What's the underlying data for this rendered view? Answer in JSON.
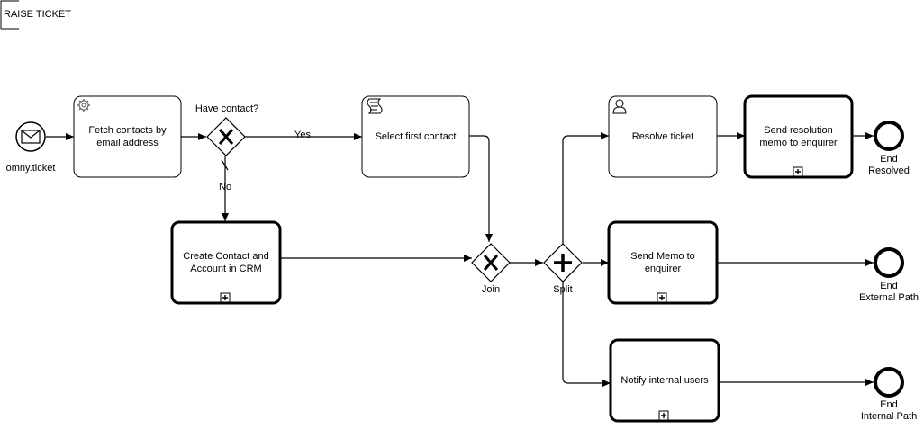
{
  "pool": {
    "title": "RAISE TICKET"
  },
  "start_event": {
    "label": "omny.ticket",
    "icon": "envelope-icon"
  },
  "tasks": {
    "fetch_contacts": {
      "label": "Fetch contacts by email address",
      "icon": "gear-icon"
    },
    "select_first_contact": {
      "label": "Select first contact",
      "icon": "script-icon"
    },
    "create_contact": {
      "label": "Create Contact and Account in CRM",
      "icon": "subprocess-plus-icon"
    },
    "resolve_ticket": {
      "label": "Resolve ticket",
      "icon": "user-icon"
    },
    "send_resolution_memo": {
      "label": "Send resolution memo to enquirer",
      "icon": "subprocess-plus-icon"
    },
    "send_memo": {
      "label": "Send Memo to enquirer",
      "icon": "subprocess-plus-icon"
    },
    "notify_internal": {
      "label": "Notify internal users",
      "icon": "subprocess-plus-icon"
    }
  },
  "gateways": {
    "have_contact": {
      "label": "Have contact?",
      "type": "exclusive"
    },
    "join": {
      "label": "Join",
      "type": "exclusive"
    },
    "split": {
      "label": "Split",
      "type": "parallel"
    }
  },
  "flows": {
    "yes_label": "Yes",
    "no_label": "No"
  },
  "end_events": {
    "resolved": {
      "line1": "End",
      "line2": "Resolved"
    },
    "external": {
      "line1": "End",
      "line2": "External Path"
    },
    "internal": {
      "line1": "End",
      "line2": "Internal Path"
    }
  }
}
